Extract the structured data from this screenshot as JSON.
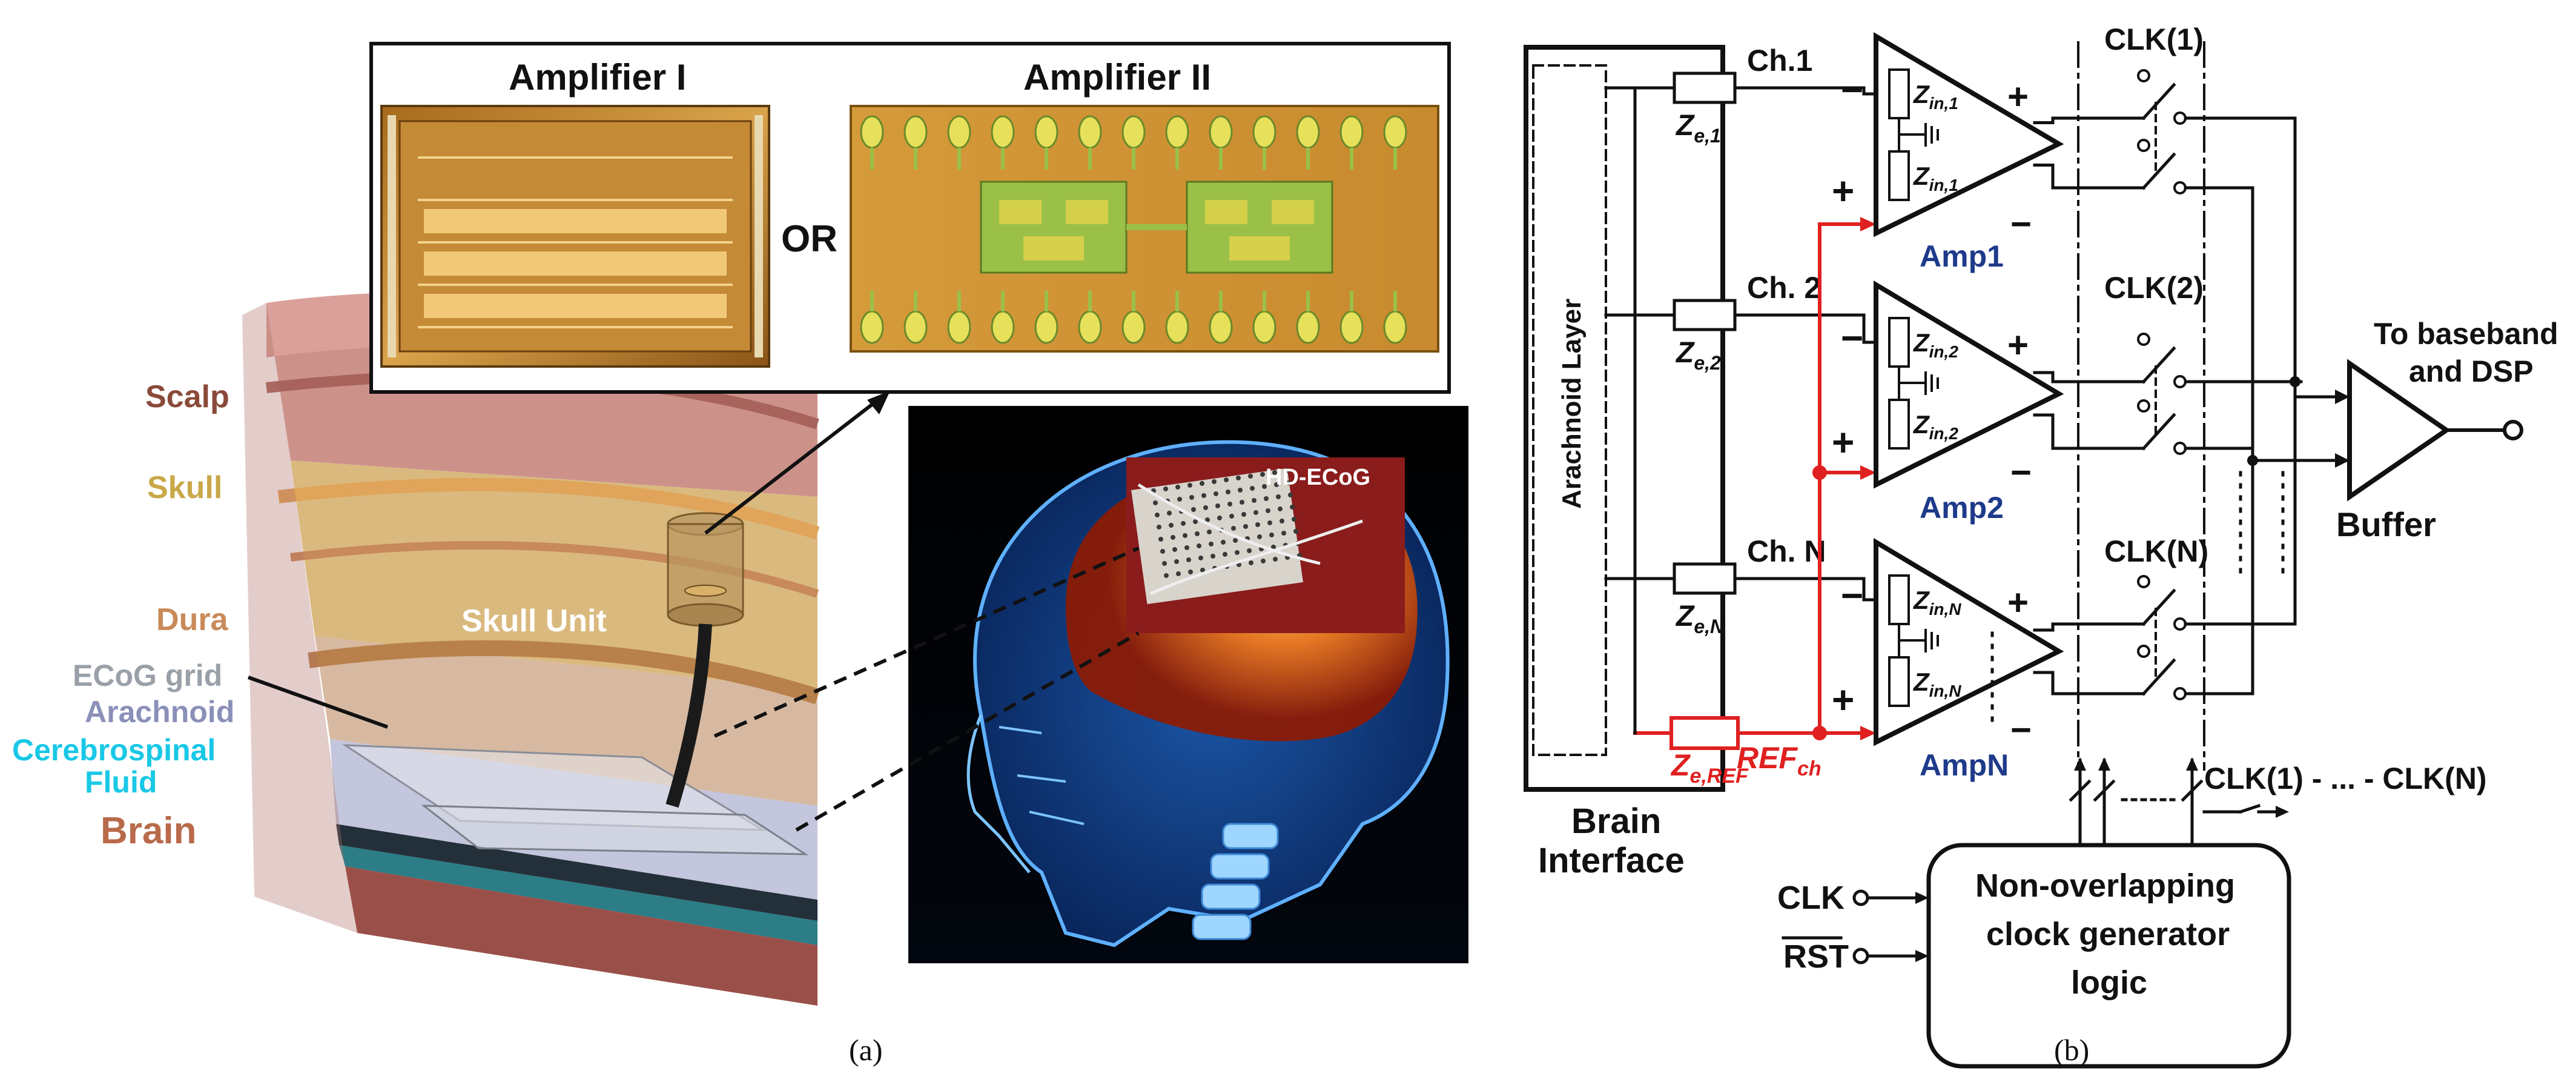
{
  "panel_a": {
    "caption": "(a)",
    "amplifier_1_title": "Amplifier I",
    "amplifier_2_title": "Amplifier II",
    "or_label": "OR",
    "layers": {
      "scalp": "Scalp",
      "skull": "Skull",
      "dura": "Dura",
      "ecog_grid": "ECoG grid",
      "arachnoid": "Arachnoid",
      "csf_line1": "Cerebrospinal",
      "csf_line2": "Fluid",
      "brain": "Brain"
    },
    "skull_unit": "Skull Unit",
    "hd_ecog": "HD-ECoG",
    "colors": {
      "scalp": "#8a4a3a",
      "skull": "#c9a848",
      "dura": "#c98a5a",
      "ecog_grid": "#9aa0a8",
      "arachnoid": "#8a90b8",
      "csf": "#19c8e6",
      "brain": "#b86a4a"
    }
  },
  "panel_b": {
    "caption": "(b)",
    "arachnoid_layer": "Arachnoid Layer",
    "brain_interface_line1": "Brain",
    "brain_interface_line2": "Interface",
    "channels": [
      {
        "label": "Ch.1",
        "ze": "Z",
        "ze_sub": "e,1",
        "zin": "Z",
        "zin_sub": "in,1",
        "amp": "Amp1",
        "clk": "CLK(1)"
      },
      {
        "label": "Ch. 2",
        "ze": "Z",
        "ze_sub": "e,2",
        "zin": "Z",
        "zin_sub": "in,2",
        "amp": "Amp2",
        "clk": "CLK(2)"
      },
      {
        "label": "Ch. N",
        "ze": "Z",
        "ze_sub": "e,N",
        "zin": "Z",
        "zin_sub": "in,N",
        "amp": "AmpN",
        "clk": "CLK(N)"
      }
    ],
    "ref_ze": "Z",
    "ref_ze_sub": "e,REF",
    "ref_ch": "REF",
    "ref_ch_sub": "ch",
    "to_baseband_line1": "To baseband",
    "to_baseband_line2": "and DSP",
    "buffer": "Buffer",
    "clk_range": "CLK(1) - ... - CLK(N)",
    "clk_input": "CLK",
    "rst_input": "RST",
    "clock_gen_line1": "Non-overlapping",
    "clock_gen_line2": "clock generator",
    "clock_gen_line3": "logic",
    "plus": "+",
    "minus": "−",
    "colors": {
      "ref_path": "#e02020",
      "amp_label": "#1e3a8a",
      "wire": "#111111"
    }
  }
}
